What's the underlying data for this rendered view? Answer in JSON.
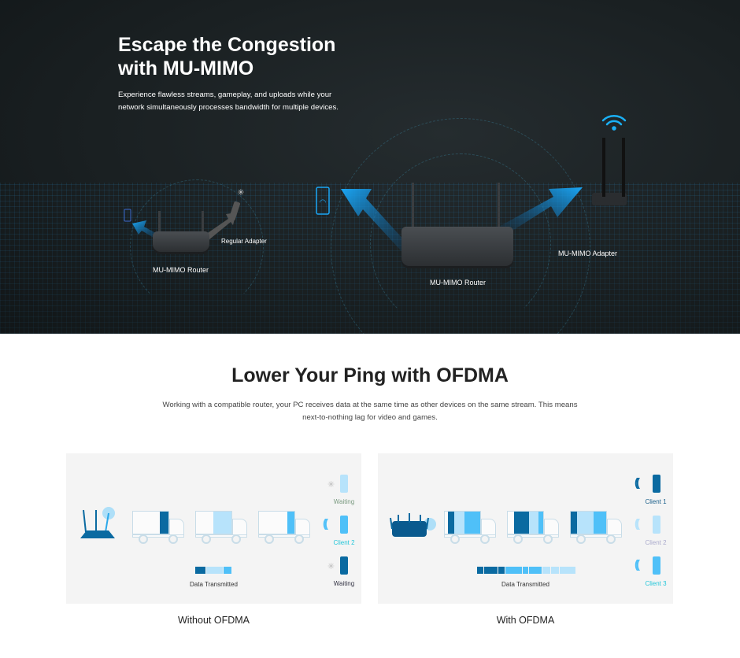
{
  "hero": {
    "title": "Escape the Congestion with MU-MIMO",
    "description": "Experience flawless streams, gameplay, and uploads while your network simultaneously processes bandwidth for multiple devices.",
    "labels": {
      "left_router": "MU-MIMO Router",
      "regular_adapter": "Regular Adapter",
      "center_router": "MU-MIMO Router",
      "mu_mimo_adapter": "MU-MIMO Adapter"
    }
  },
  "ofdma": {
    "title": "Lower Your Ping with OFDMA",
    "description": "Working with a compatible router, your PC receives data at the same time as other devices on the same stream. This means next-to-nothing lag for video and games.",
    "data_transmitted_label": "Data Transmitted",
    "colors": {
      "dark": "#0a6aa1",
      "mid": "#4fc0f8",
      "light": "#b7e3fb",
      "cyan": "#22c6d9"
    },
    "without": {
      "caption": "Without OFDMA",
      "trucks": [
        [
          [
            "empty",
            3.2
          ],
          [
            "dark",
            1
          ]
        ],
        [
          [
            "empty",
            1.5
          ],
          [
            "light",
            1.6
          ]
        ],
        [
          [
            "empty",
            4
          ],
          [
            "mid",
            1
          ]
        ]
      ],
      "bar": [
        [
          "dark",
          13
        ],
        [
          "light",
          21
        ],
        [
          "mid",
          10
        ]
      ],
      "clients": [
        {
          "label": "Waiting",
          "state": "light"
        },
        {
          "label": "Client 2",
          "state": "mid"
        },
        {
          "label": "Waiting",
          "state": "dark"
        }
      ]
    },
    "with": {
      "caption": "With OFDMA",
      "trucks": [
        [
          [
            "empty",
            0.5
          ],
          [
            "dark",
            1
          ],
          [
            "light",
            1.5
          ],
          [
            "mid",
            2.5
          ]
        ],
        [
          [
            "empty",
            1
          ],
          [
            "dark",
            2.5
          ],
          [
            "light",
            1.5
          ],
          [
            "mid",
            0.8
          ]
        ],
        [
          [
            "dark",
            1
          ],
          [
            "light",
            2.5
          ],
          [
            "mid",
            2
          ]
        ]
      ],
      "bar": [
        [
          "dark",
          8
        ],
        [
          "dark",
          17
        ],
        [
          "dark",
          8
        ],
        [
          "mid",
          21
        ],
        [
          "mid",
          7
        ],
        [
          "mid",
          16
        ],
        [
          "light",
          10
        ],
        [
          "light",
          10
        ],
        [
          "light",
          20
        ]
      ],
      "clients": [
        {
          "label": "Client 1",
          "state": "dark"
        },
        {
          "label": "Client 2",
          "state": "light"
        },
        {
          "label": "Client 3",
          "state": "mid"
        }
      ]
    }
  }
}
